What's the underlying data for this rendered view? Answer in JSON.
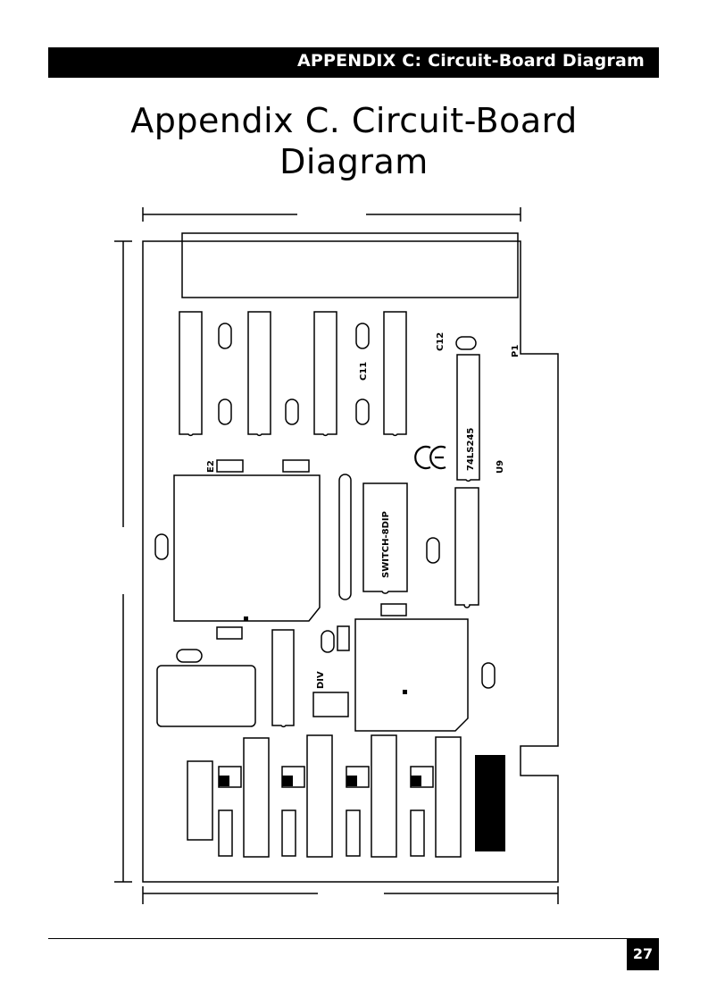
{
  "header": {
    "text": "APPENDIX C: Circuit-Board Diagram"
  },
  "title": {
    "line1": "Appendix C. Circuit-Board",
    "line2": "Diagram"
  },
  "board_labels": {
    "e2": "E2",
    "c11": "C11",
    "c12": "C12",
    "p1": "P1",
    "u9": "U9",
    "chip_74ls245": "74LS245",
    "switch": "SWITCH-8DIP",
    "div": "DIV",
    "ce_mark": "CE"
  },
  "footer": {
    "page_number": "27"
  }
}
